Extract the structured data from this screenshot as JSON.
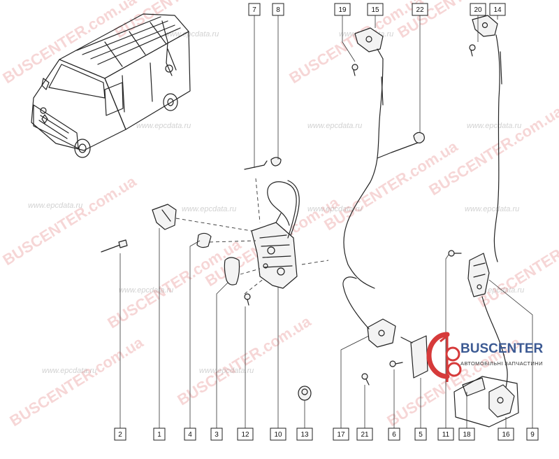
{
  "callouts": [
    "1",
    "2",
    "3",
    "4",
    "5",
    "6",
    "7",
    "8",
    "9",
    "10",
    "11",
    "12",
    "13",
    "14",
    "15",
    "16",
    "17",
    "18",
    "19",
    "20",
    "21",
    "22"
  ],
  "watermarks": {
    "brand": "BUSCENTER",
    "domain": ".com.ua",
    "site": "www.epcdata.ru"
  },
  "logo": {
    "name": "BUSCENTER",
    "subtitle": "АВТОМОБІЛЬНІ ЗАПЧАСТИНИ"
  }
}
